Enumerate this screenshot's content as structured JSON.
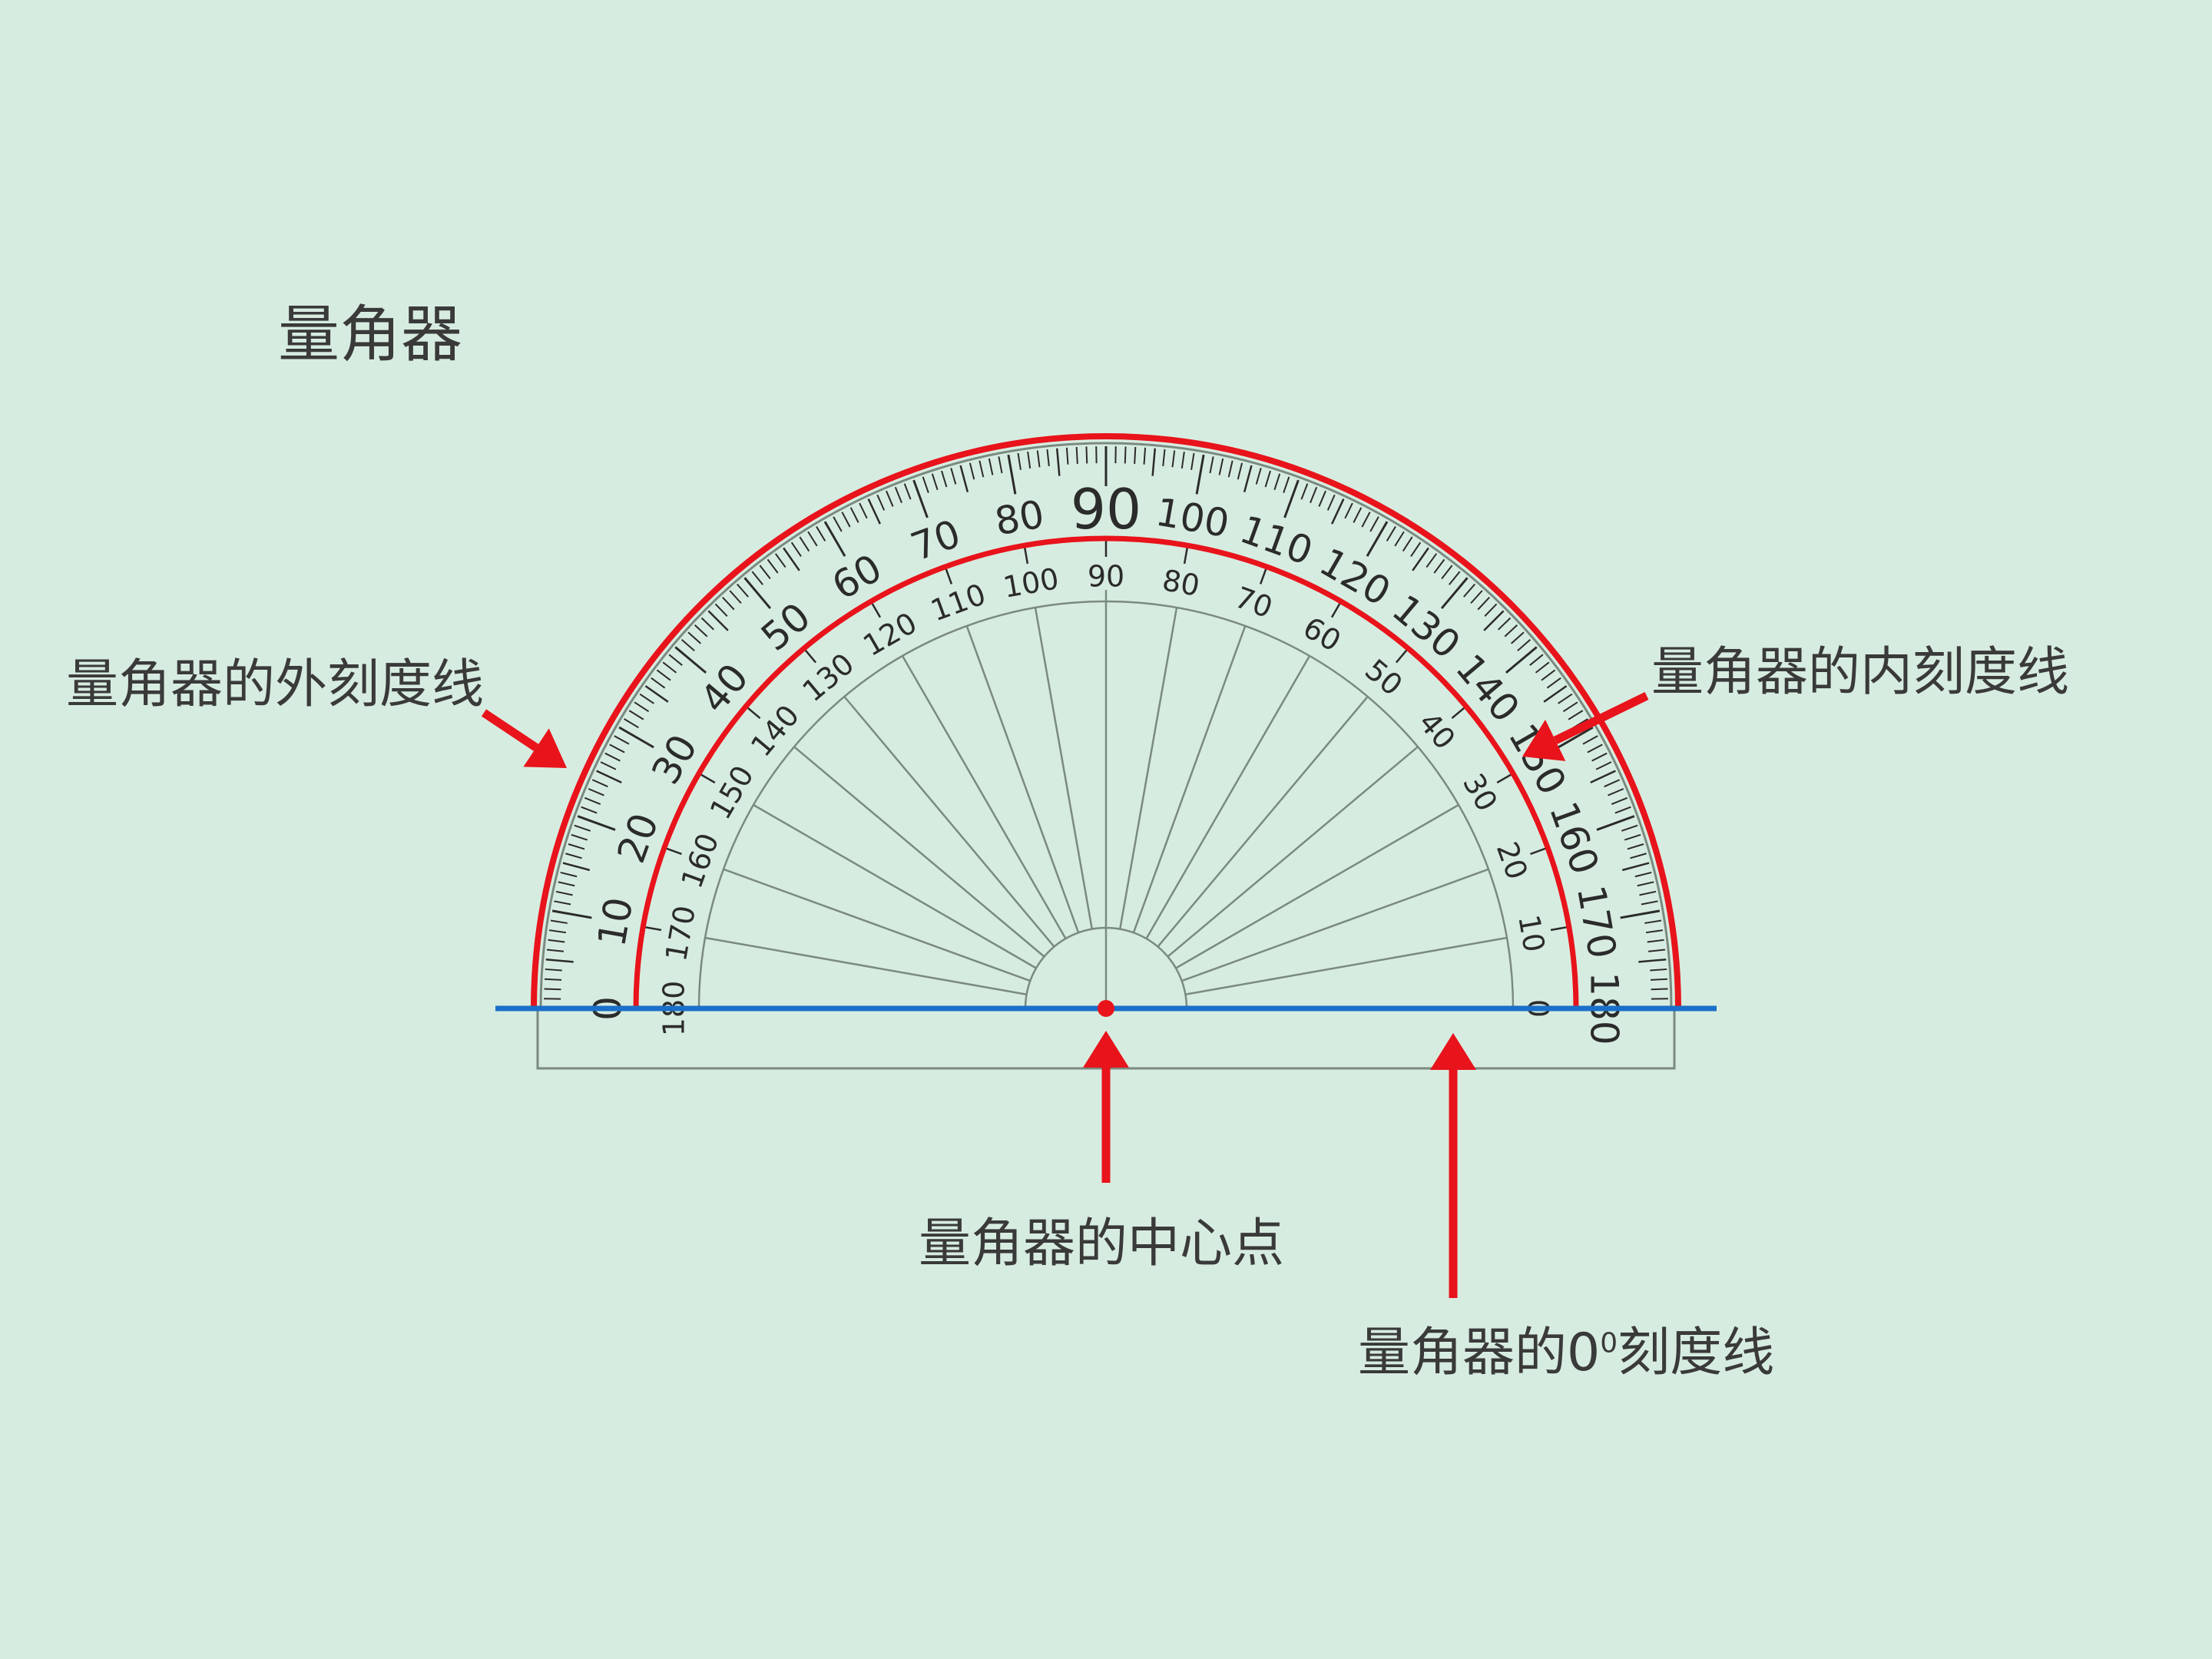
{
  "title": "量角器",
  "labels": {
    "outer_scale": "量角器的外刻度线",
    "inner_scale": "量角器的内刻度线",
    "center_point": "量角器的中心点",
    "zero_line_prefix": "量角器的",
    "zero_line_number": "0",
    "zero_line_sup": "0",
    "zero_line_suffix": "刻度线"
  },
  "protractor": {
    "outer_scale_numbers": [
      "0",
      "10",
      "20",
      "30",
      "40",
      "50",
      "60",
      "70",
      "80",
      "90",
      "100",
      "110",
      "120",
      "130",
      "140",
      "150",
      "160",
      "170",
      "180"
    ],
    "inner_scale_numbers": [
      "180",
      "170",
      "160",
      "150",
      "140",
      "130",
      "120",
      "110",
      "100",
      "90",
      "80",
      "70",
      "60",
      "50",
      "40",
      "30",
      "20",
      "10",
      "0"
    ],
    "colors": {
      "highlight": "#e8131b",
      "baseline": "#1a6fc9",
      "tick": "#2b2b2b",
      "body_line": "#7a8a80"
    }
  }
}
